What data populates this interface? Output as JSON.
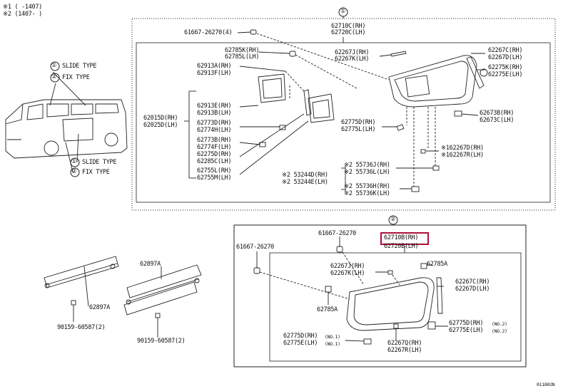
{
  "notes": {
    "n1": "※1 (  -1407)",
    "n2": "※2 (1407-  )"
  },
  "van": {
    "c1": "①",
    "c2": "②",
    "slide_top": "SLIDE TYPE",
    "fix_top": "FIX TYPE",
    "slide_bot": "SLIDE TYPE",
    "fix_bot": "FIX TYPE"
  },
  "group1": {
    "marker": "①",
    "labels": {
      "a": "61667-26270(4)",
      "b1": "62710C(RH)",
      "b2": "62720C(LH)",
      "c1": "62785K(RH)",
      "c2": "62785L(LH)",
      "d1": "62267J(RH)",
      "d2": "62267K(LH)",
      "e1": "62267C(RH)",
      "e2": "62267D(LH)",
      "f1": "62275K(RH)",
      "f2": "62275E(LH)",
      "g1": "62913A(RH)",
      "g2": "62913F(LH)",
      "h1": "62015D(RH)",
      "h2": "62025D(LH)",
      "i1": "62913E(RH)",
      "i2": "62913B(LH)",
      "i3": "62773D(RH)",
      "i4": "62774H(LH)",
      "i5": "62773B(RH)",
      "i6": "62774F(LH)",
      "i7": "62275D(RH)",
      "i8": "62285C(LH)",
      "i9": "62755L(RH)",
      "i10": "62755M(LH)",
      "j1": "62775D(RH)",
      "j2": "62775L(LH)",
      "k1": "62673B(RH)",
      "k2": "62673C(LH)",
      "l1": "※162267D(RH)",
      "l2": "※162267R(LH)",
      "m1": "※2 55736J(RH)",
      "m2": "※2 55736L(LH)",
      "n1": "※2 53244D(RH)",
      "n2": "※2 53244E(LH)",
      "o1": "※2 55736H(RH)",
      "o2": "※2 55736K(LH)"
    }
  },
  "mouldings": {
    "a": "62897A",
    "b": "62897A",
    "c": "90159-60587(2)",
    "d": "90159-60587(2)"
  },
  "group2": {
    "marker": "②",
    "labels": {
      "a": "61667-26270",
      "b": "61667-26270",
      "c1": "62710B(RH)",
      "c2": "62720B(LH)",
      "d": "62785A",
      "e1": "62267J(RH)",
      "e2": "62267K(LH)",
      "f1": "62267C(RH)",
      "f2": "62267D(LH)",
      "g": "62785A",
      "h1": "62775D(RH)",
      "h1n": "(NO.1)",
      "h2": "62775E(LH)",
      "h2n": "(NO.1)",
      "i1": "62267Q(RH)",
      "i2": "62267R(LH)",
      "j1": "62775D(RH)",
      "j1n": "(NO.2)",
      "j2": "62775E(LH)",
      "j2n": "(NO.2)"
    }
  },
  "footer": {
    "code": "011802N"
  },
  "colors": {
    "highlight": "#b0103a",
    "line": "#111111"
  }
}
